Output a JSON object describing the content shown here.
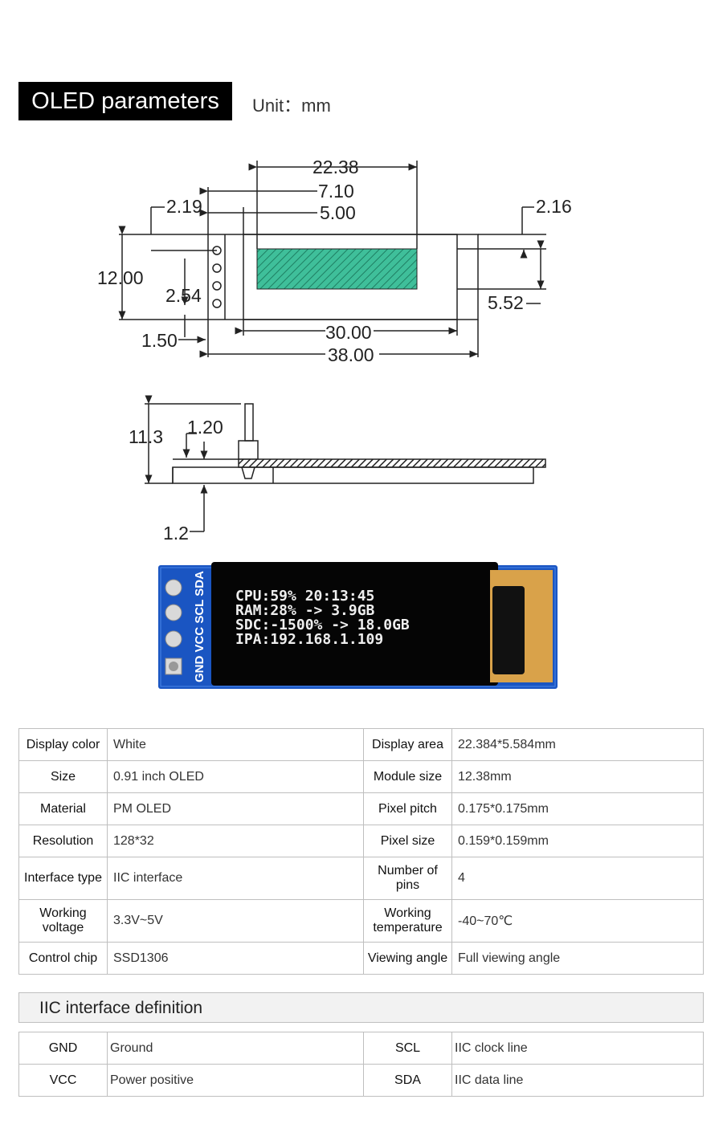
{
  "header": {
    "title": "OLED parameters",
    "unit": "Unit：mm"
  },
  "dimensions": {
    "d1": "22.38",
    "d2": "7.10",
    "d3": "5.00",
    "d4": "2.19",
    "d5": "2.16",
    "d6": "12.00",
    "d7": "2.54",
    "d8": "5.52",
    "d9": "1.50",
    "d10": "30.00",
    "d11": "38.00",
    "d12": "11.3",
    "d13": "1.20",
    "d14": "1.2"
  },
  "module_photo": {
    "pins": "GND VCC SCL SDA",
    "screen_lines": [
      "CPU:59%  20:13:45",
      "RAM:28%  -> 3.9GB",
      "SDC:-1500% -> 18.0GB",
      "IPA:192.168.1.109"
    ],
    "colors": {
      "pcb": "#1a55c2",
      "screen": "#050505",
      "hatch": "#3fbf9a"
    }
  },
  "specs": [
    {
      "l1": "Display color",
      "v1": "White",
      "l2": "Display area",
      "v2": "22.384*5.584mm"
    },
    {
      "l1": "Size",
      "v1": "0.91 inch OLED",
      "l2": "Module size",
      "v2": "12.38mm"
    },
    {
      "l1": "Material",
      "v1": "PM OLED",
      "l2": "Pixel pitch",
      "v2": "0.175*0.175mm"
    },
    {
      "l1": "Resolution",
      "v1": "128*32",
      "l2": "Pixel size",
      "v2": "0.159*0.159mm"
    },
    {
      "l1": "Interface type",
      "v1": "IIC interface",
      "l2": "Number of pins",
      "v2": "4"
    },
    {
      "l1": "Working voltage",
      "v1": "3.3V~5V",
      "l2": "Working temperature",
      "v2": "-40~70℃"
    },
    {
      "l1": "Control chip",
      "v1": "SSD1306",
      "l2": "Viewing angle",
      "v2": "Full viewing angle"
    }
  ],
  "iic": {
    "title": "IIC interface definition",
    "rows": [
      {
        "p1": "GND",
        "d1": "Ground",
        "p2": "SCL",
        "d2": "IIC clock line"
      },
      {
        "p1": "VCC",
        "d1": "Power positive",
        "p2": "SDA",
        "d2": "IIC data line"
      }
    ]
  }
}
